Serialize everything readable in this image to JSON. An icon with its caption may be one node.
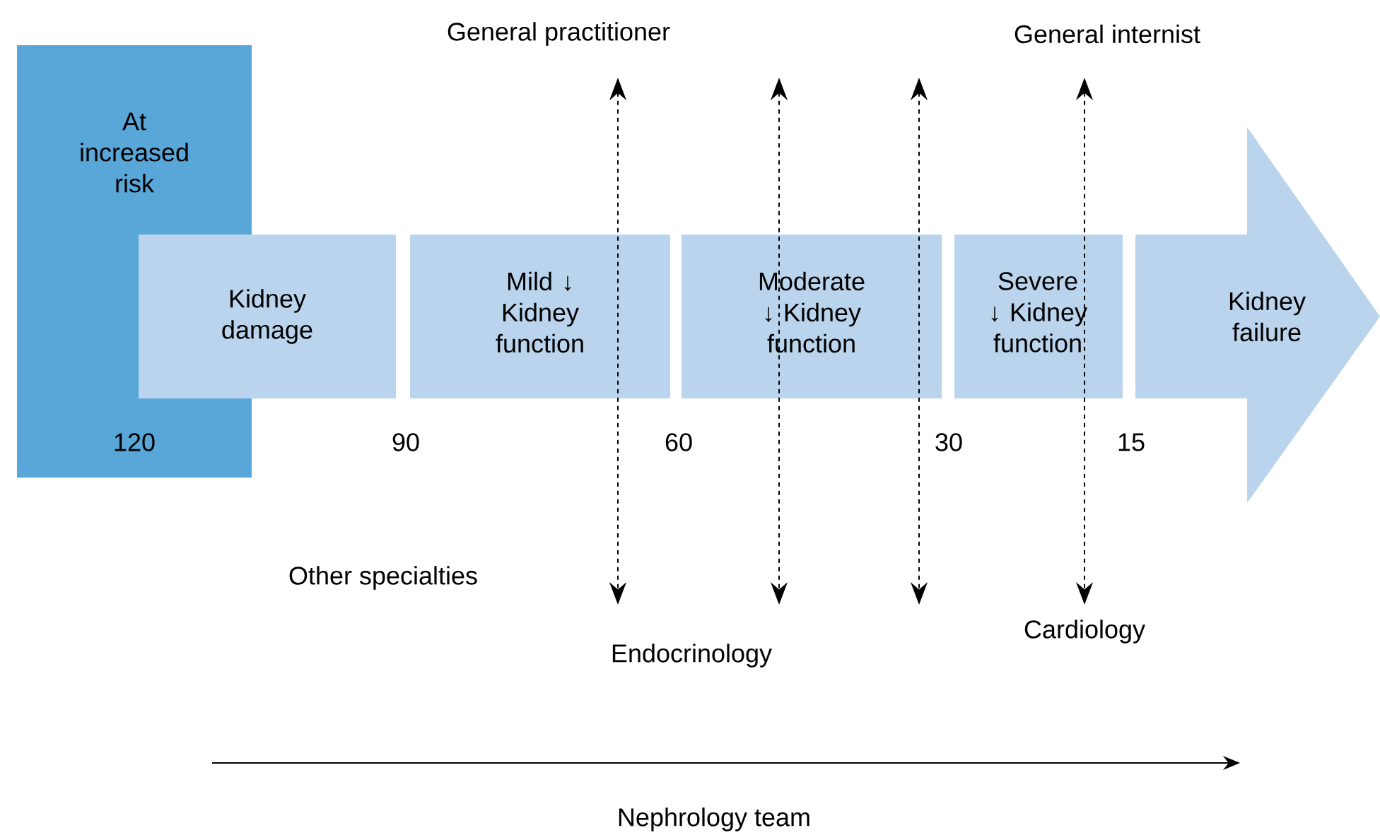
{
  "diagram": {
    "nodes": [
      {
        "text": [
          "At increased risk"
        ]
      },
      {
        "text": [
          "Kidney damage"
        ]
      },
      {
        "text": [
          "Mild ↓ Kidney function"
        ]
      },
      {
        "text": [
          "Moderate ↓ Kidney function"
        ]
      },
      {
        "text": [
          "Severe ↓ Kidney function"
        ]
      },
      {
        "text": [
          "Kidney failure"
        ]
      }
    ],
    "labels": [
      "General practitioner",
      "General internist",
      "120",
      "90",
      "60",
      "30",
      "15",
      "Other specialties",
      "Endocrinology",
      "Cardiology",
      "Nephrology team"
    ]
  }
}
